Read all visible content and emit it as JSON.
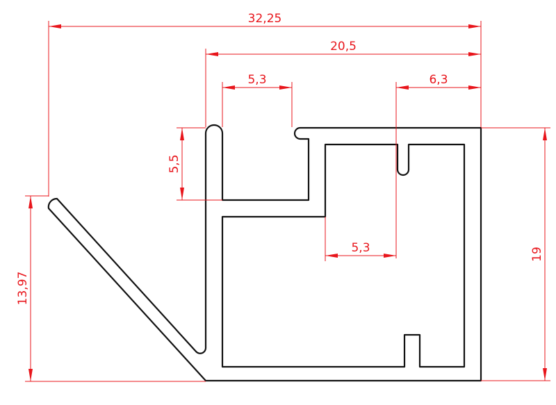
{
  "drawing": {
    "line_color": "#111111",
    "dimension_color": "#e8151b",
    "dimensions": {
      "overall_width": "32,25",
      "top_width": "20,5",
      "slot_width": "5,3",
      "right_top_width": "6,3",
      "slot_height": "5,5",
      "inner_offset": "5,3",
      "lip_height": "13,97",
      "overall_height": "19"
    }
  }
}
